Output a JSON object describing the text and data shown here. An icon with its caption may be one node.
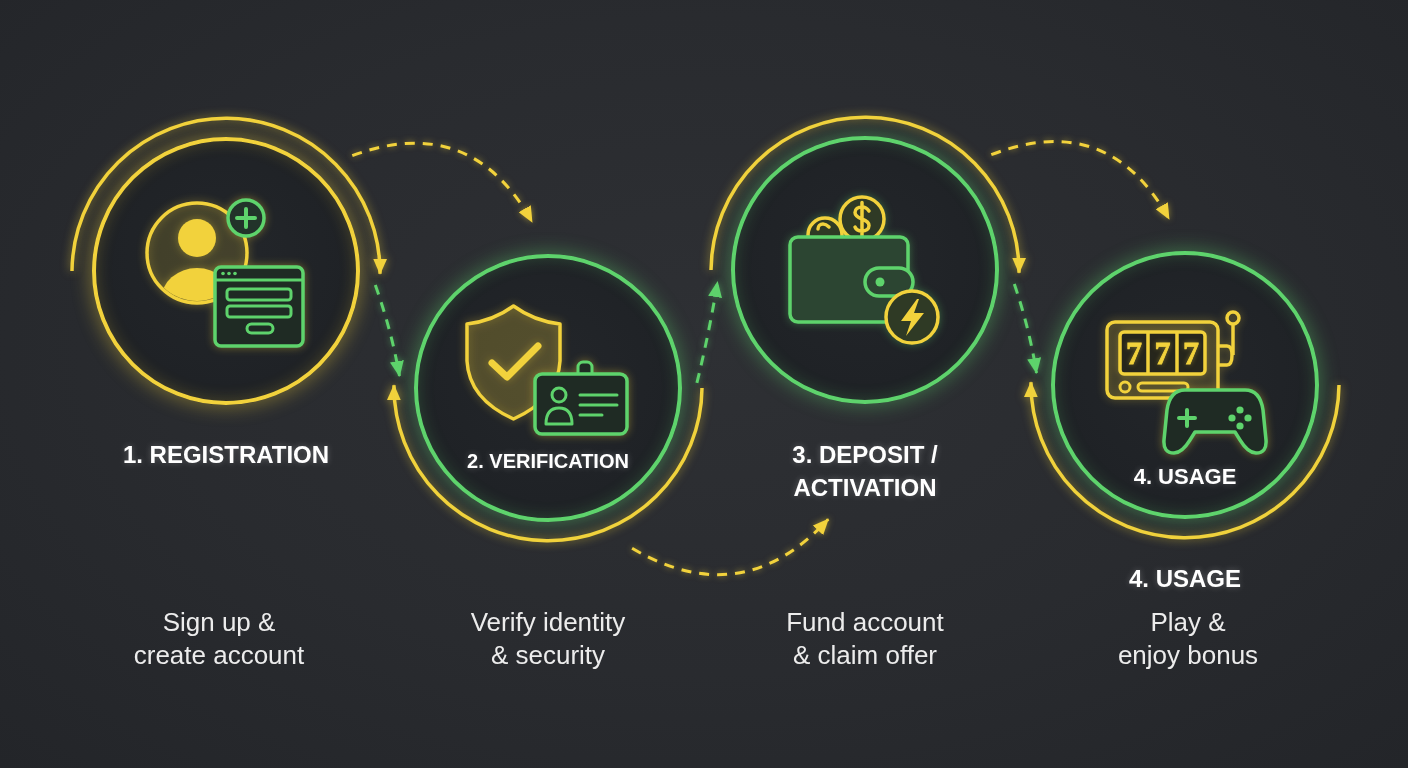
{
  "diagram": {
    "nodes": [
      {
        "text": [
          "1. REGISTRATION"
        ]
      },
      {
        "text": [
          "2. VERIFICATION"
        ]
      },
      {
        "text": [
          "3. DEPOSIT / ACTIVATION"
        ]
      },
      {
        "text": [
          "4. USAGE",
          "4. USAGE"
        ]
      }
    ],
    "edges": [
      {
        "from": 0,
        "to": 1,
        "arrow": "to",
        "style": "dashed"
      },
      {
        "from": 0,
        "to": 1,
        "arrow": "to",
        "style": "dashed",
        "color": "#5ed36c"
      },
      {
        "from": 1,
        "to": 2,
        "arrow": "to",
        "style": "dashed",
        "color": "#5ed36c"
      },
      {
        "from": 1,
        "to": 2,
        "arrow": "to",
        "style": "dashed"
      },
      {
        "from": 2,
        "to": 3,
        "arrow": "to",
        "style": "dashed"
      },
      {
        "from": 2,
        "to": 3,
        "arrow": "to",
        "style": "dashed",
        "color": "#5ed36c"
      }
    ],
    "labels": [
      "7",
      "7",
      "7",
      "Sign up & create account",
      "Verify identity & security",
      "Fund account & claim offer",
      "Play & enjoy bonus"
    ]
  }
}
